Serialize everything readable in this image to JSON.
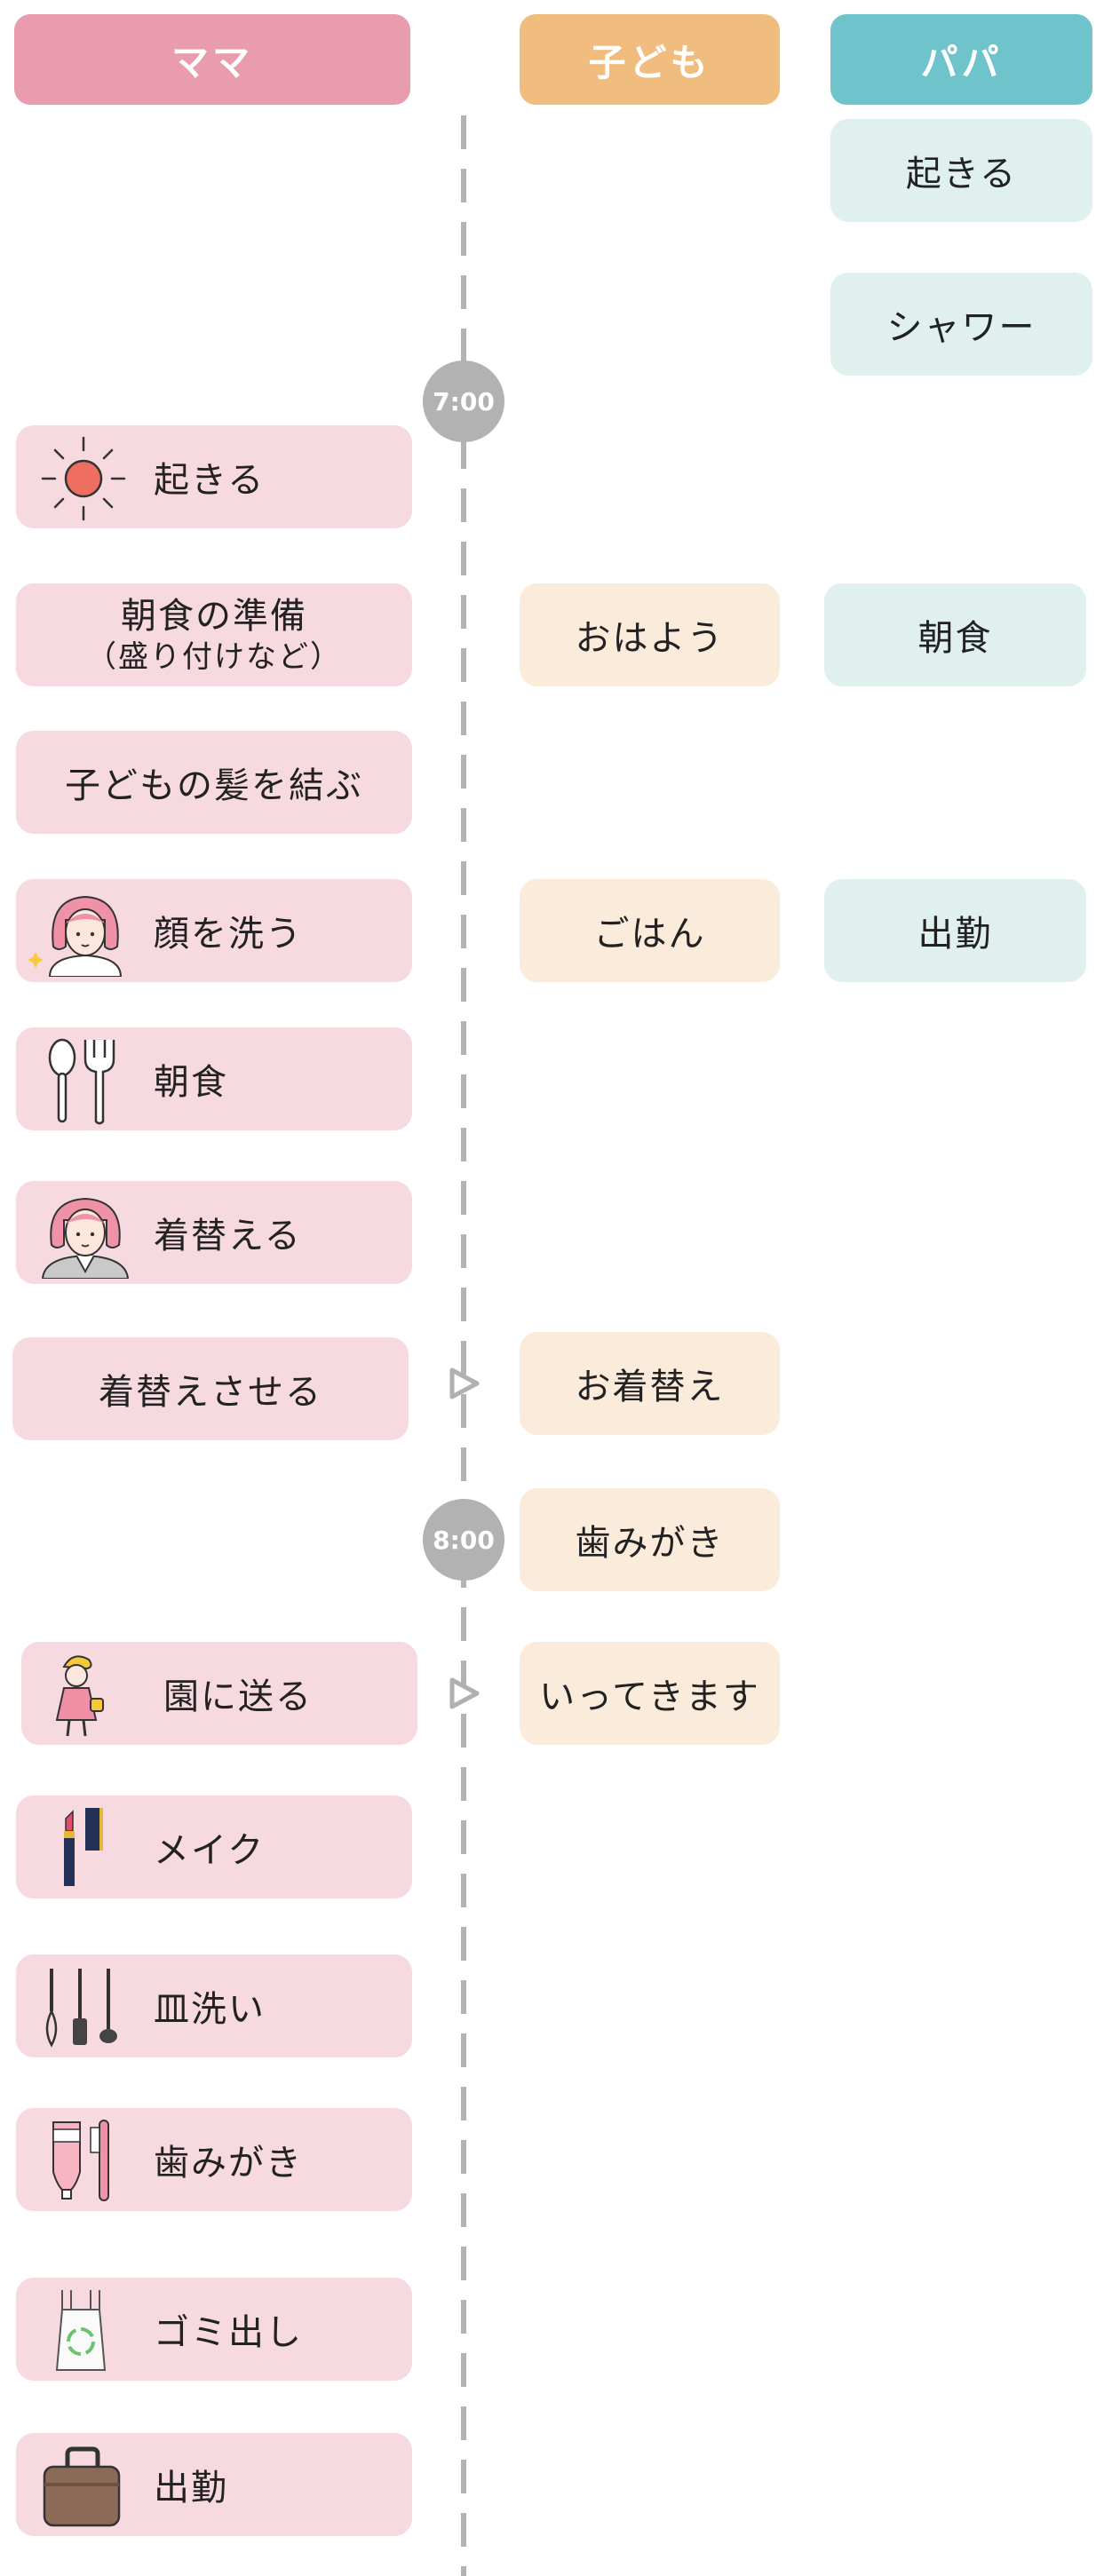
{
  "headers": {
    "mama": "ママ",
    "kid": "子ども",
    "papa": "パパ"
  },
  "times": [
    "7:00",
    "8:00"
  ],
  "papa_tasks": [
    "起きる",
    "シャワー",
    "朝食",
    "出勤"
  ],
  "kid_tasks": [
    "おはよう",
    "ごはん",
    "お着替え",
    "歯みがき",
    "いってきます"
  ],
  "mama_tasks": [
    {
      "label": "起きる",
      "icon": "sun-icon"
    },
    {
      "label": "朝食の準備",
      "sub": "（盛り付けなど）"
    },
    {
      "label": "子どもの髪を結ぶ"
    },
    {
      "label": "顔を洗う",
      "icon": "woman-face-icon"
    },
    {
      "label": "朝食",
      "icon": "spoon-fork-icon"
    },
    {
      "label": "着替える",
      "icon": "woman-suit-icon"
    },
    {
      "label": "着替えさせる"
    },
    {
      "label": "園に送る",
      "icon": "child-backpack-icon"
    },
    {
      "label": "メイク",
      "icon": "lipstick-icon"
    },
    {
      "label": "皿洗い",
      "icon": "kitchen-utensils-icon"
    },
    {
      "label": "歯みがき",
      "icon": "toothpaste-toothbrush-icon"
    },
    {
      "label": "ゴミ出し",
      "icon": "trash-bag-icon"
    },
    {
      "label": "出勤",
      "icon": "bag-icon"
    }
  ],
  "colors": {
    "mama_header": "#e89cae",
    "kid_header": "#f0bd7f",
    "papa_header": "#6fc4cb",
    "mama_card": "#f7d9e0",
    "kid_card": "#fbebdb",
    "papa_card": "#dff0ef",
    "timeline": "#b3b3b3"
  }
}
